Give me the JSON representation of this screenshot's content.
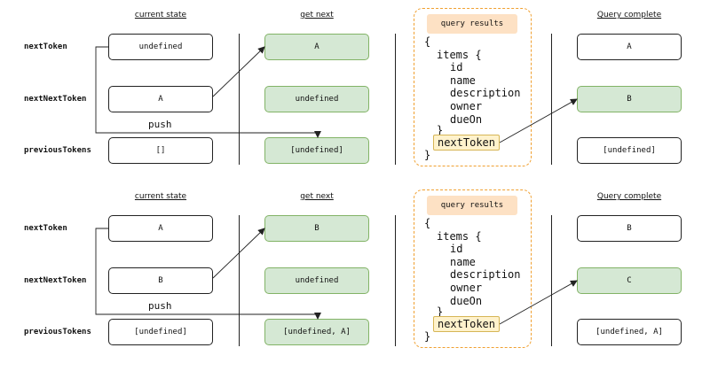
{
  "headers": {
    "current_state": "current state",
    "get_next": "get next",
    "query_complete": "Query complete"
  },
  "row_labels": {
    "next_token": "nextToken",
    "next_next_token": "nextNextToken",
    "previous_tokens": "previousTokens"
  },
  "query_results": {
    "title": "query results",
    "open_brace": "{",
    "items_open": "items {",
    "fields": [
      "id",
      "name",
      "description",
      "owner",
      "dueOn"
    ],
    "items_close": "}",
    "next_token_field": "nextToken",
    "close_brace": "}"
  },
  "push_label": "push",
  "panels": [
    {
      "current_state": {
        "next_token": "undefined",
        "next_next_token": "A",
        "previous_tokens": "[]"
      },
      "get_next": {
        "next_token": "A",
        "next_next_token": "undefined",
        "previous_tokens": "[undefined]"
      },
      "query_complete": {
        "next_token": "A",
        "next_next_token": "B",
        "previous_tokens": "[undefined]"
      }
    },
    {
      "current_state": {
        "next_token": "A",
        "next_next_token": "B",
        "previous_tokens": "[undefined]"
      },
      "get_next": {
        "next_token": "B",
        "next_next_token": "undefined",
        "previous_tokens": "[undefined, A]"
      },
      "query_complete": {
        "next_token": "B",
        "next_next_token": "C",
        "previous_tokens": "[undefined, A]"
      }
    }
  ]
}
